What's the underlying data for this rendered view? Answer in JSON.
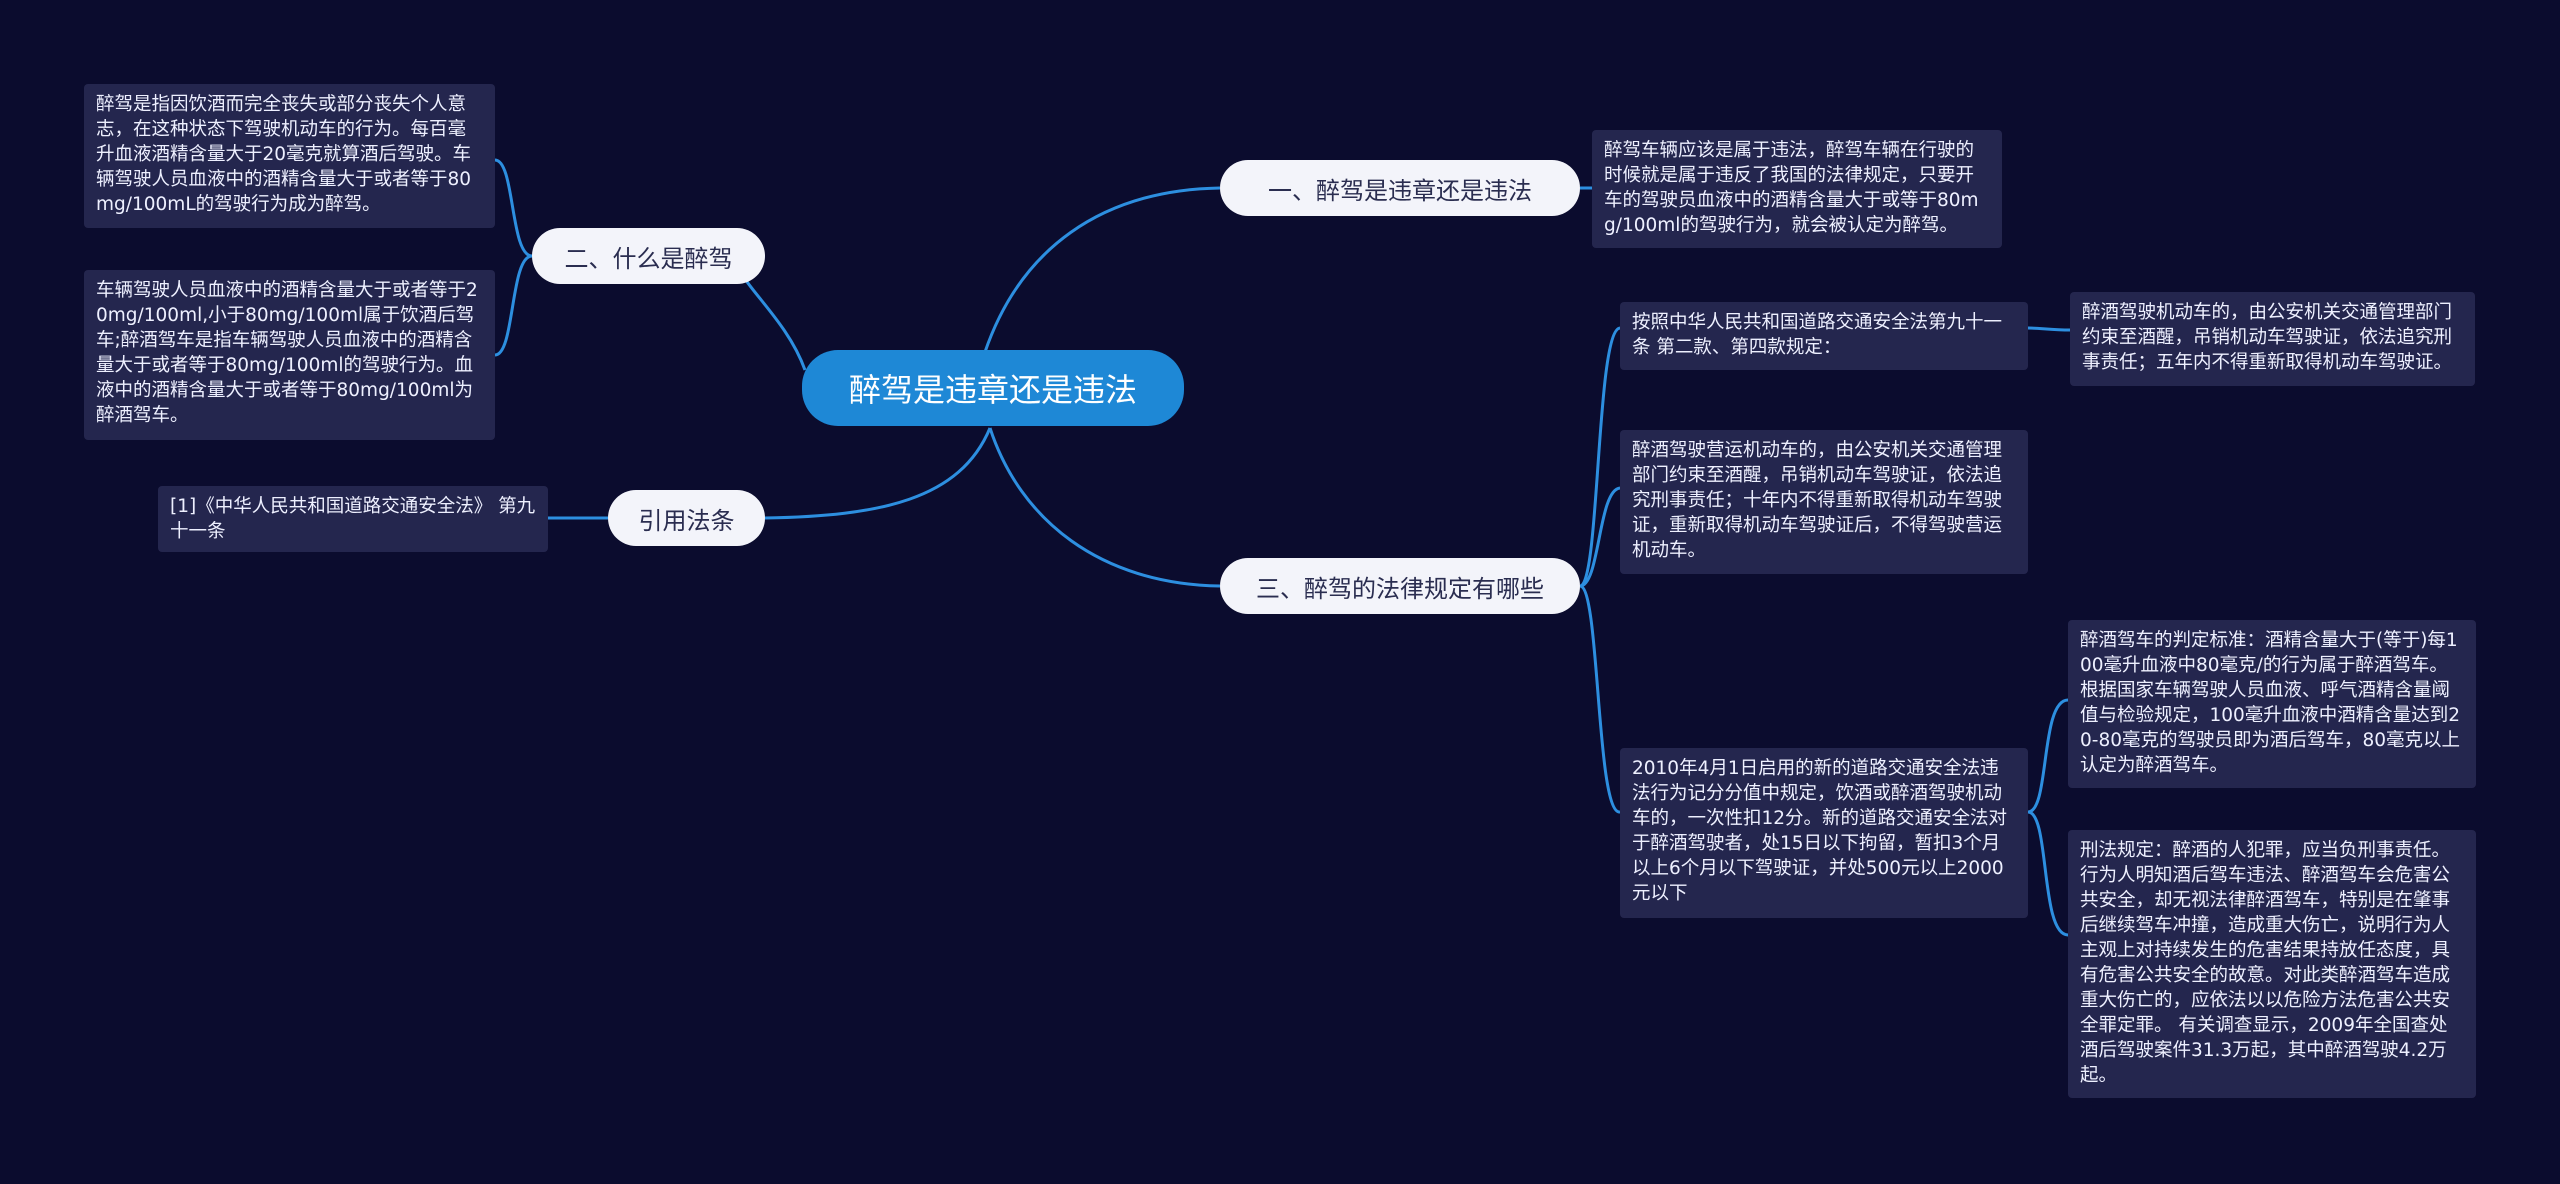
{
  "root": {
    "label": "醉驾是违章还是违法"
  },
  "topics": {
    "t1": {
      "label": "一、醉驾是违章还是违法"
    },
    "t2": {
      "label": "二、什么是醉驾"
    },
    "t3": {
      "label": "三、醉驾的法律规定有哪些"
    },
    "t4": {
      "label": "引用法条"
    }
  },
  "texts": {
    "t1_detail": "醉驾车辆应该是属于违法，醉驾车辆在行驶的时候就是属于违反了我国的法律规定，只要开车的驾驶员血液中的酒精含量大于或等于80mg/100ml的驾驶行为，就会被认定为醉驾。",
    "t2_def1": "醉驾是指因饮酒而完全丧失或部分丧失个人意志，在这种状态下驾驶机动车的行为。每百毫升血液酒精含量大于20毫克就算酒后驾驶。车辆驾驶人员血液中的酒精含量大于或者等于80mg/100mL的驾驶行为成为醉驾。",
    "t2_def2": "车辆驾驶人员血液中的酒精含量大于或者等于20mg/100ml,小于80mg/100ml属于饮酒后驾车;醉酒驾车是指车辆驾驶人员血液中的酒精含量大于或者等于80mg/100ml的驾驶行为。血液中的酒精含量大于或者等于80mg/100ml为醉酒驾车。",
    "t4_law": "[1]《中华人民共和国道路交通安全法》 第九十一条",
    "t3_law": "按照中华人民共和国道路交通安全法第九十一条 第二款、第四款规定：",
    "t3_law_detail": "醉酒驾驶机动车的，由公安机关交通管理部门约束至酒醒，吊销机动车驾驶证，依法追究刑事责任；五年内不得重新取得机动车驾驶证。",
    "t3_operating": "醉酒驾驶营运机动车的，由公安机关交通管理部门约束至酒醒，吊销机动车驾驶证，依法追究刑事责任；十年内不得重新取得机动车驾驶证，重新取得机动车驾驶证后，不得驾驶营运机动车。",
    "t3_2010": "2010年4月1日启用的新的道路交通安全法违法行为记分分值中规定，饮酒或醉酒驾驶机动车的，一次性扣12分。新的道路交通安全法对于醉酒驾驶者，处15日以下拘留，暂扣3个月以上6个月以下驾驶证，并处500元以上2000元以下",
    "t3_standard": "醉酒驾车的判定标准：酒精含量大于(等于)每100毫升血液中80毫克/的行为属于醉酒驾车。 根据国家车辆驾驶人员血液、呼气酒精含量阈值与检验规定，100毫升血液中酒精含量达到20-80毫克的驾驶员即为酒后驾车，80毫克以上认定为醉酒驾车。",
    "t3_criminal": "刑法规定：醉酒的人犯罪，应当负刑事责任。行为人明知酒后驾车违法、醉酒驾车会危害公共安全，却无视法律醉酒驾车，特别是在肇事后继续驾车冲撞，造成重大伤亡，说明行为人主观上对持续发生的危害结果持放任态度，具有危害公共安全的故意。对此类醉酒驾车造成重大伤亡的，应依法以以危险方法危害公共安全罪定罪。 有关调查显示，2009年全国查处酒后驾驶案件31.3万起，其中醉酒驾驶4.2万起。"
  },
  "colors": {
    "background": "#0b0c2e",
    "root": "#1e88d6",
    "link": "#2d8fe0",
    "box": "#24264e",
    "topic": "#f3f4fa"
  }
}
